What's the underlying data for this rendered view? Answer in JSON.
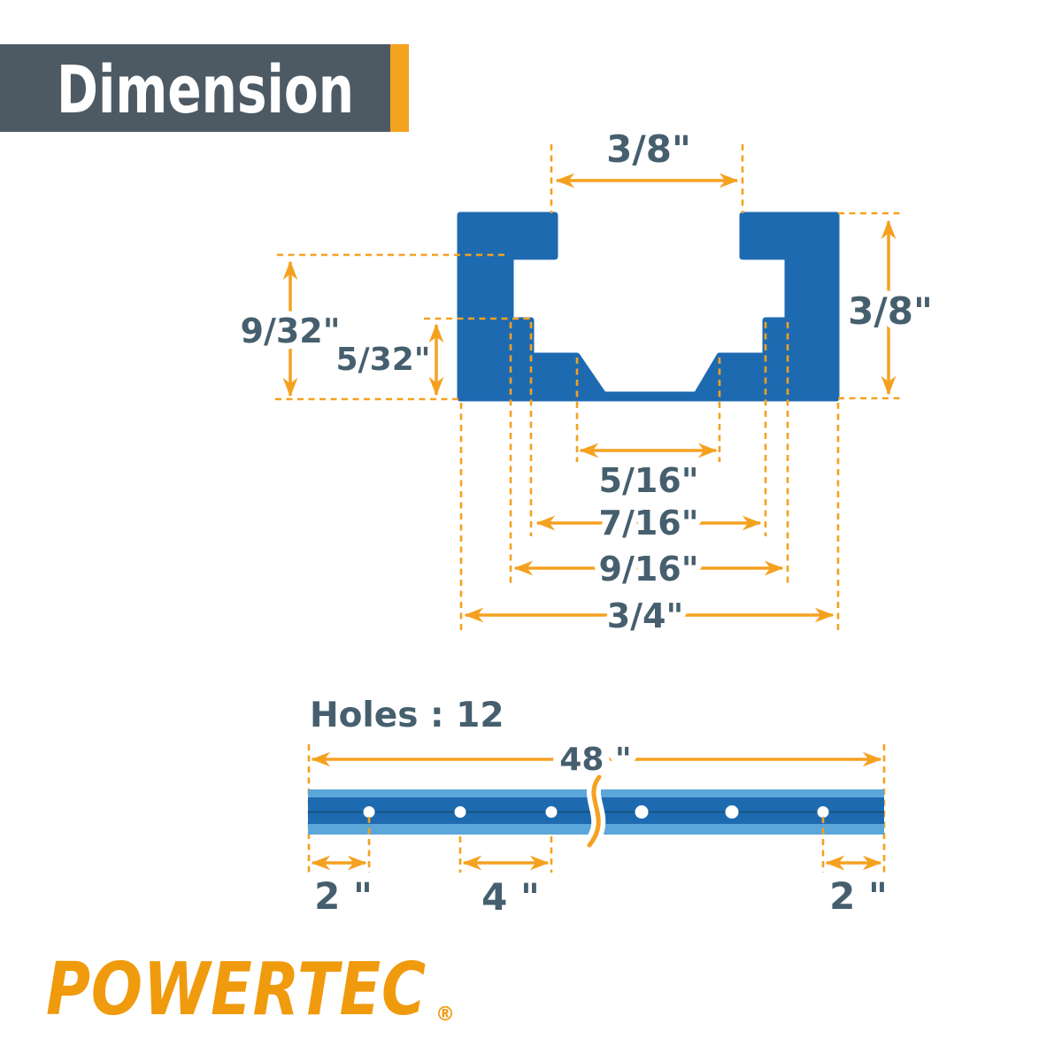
{
  "header": {
    "title": "Dimension"
  },
  "colors": {
    "banner": "#4D5A64",
    "accent_orange": "#F2A41F",
    "dimension_orange": "#F5A120",
    "label_slate": "#465F6E",
    "profile_blue": "#1E6AB1",
    "track_light_blue": "#5BA7D9",
    "track_center_line": "#17517E",
    "logo_orange": "#F09A0D"
  },
  "cross_section": {
    "labels": {
      "slot_opening_width": "3/8\"",
      "profile_height": "3/8\"",
      "lip_to_base_depth": "9/32\"",
      "step_depth": "5/32\"",
      "groove_width": "5/16\"",
      "step_width": "7/16\"",
      "slot_width": "9/16\"",
      "overall_width": "3/4\""
    }
  },
  "side_view": {
    "holes_count_label": "Holes : 12",
    "length_label": "48 \"",
    "end_spacing_left_label": "2 \"",
    "hole_spacing_label": "4 \"",
    "end_spacing_right_label": "2 \""
  },
  "footer": {
    "brand": "POWERTEC",
    "registered_mark": "®"
  }
}
